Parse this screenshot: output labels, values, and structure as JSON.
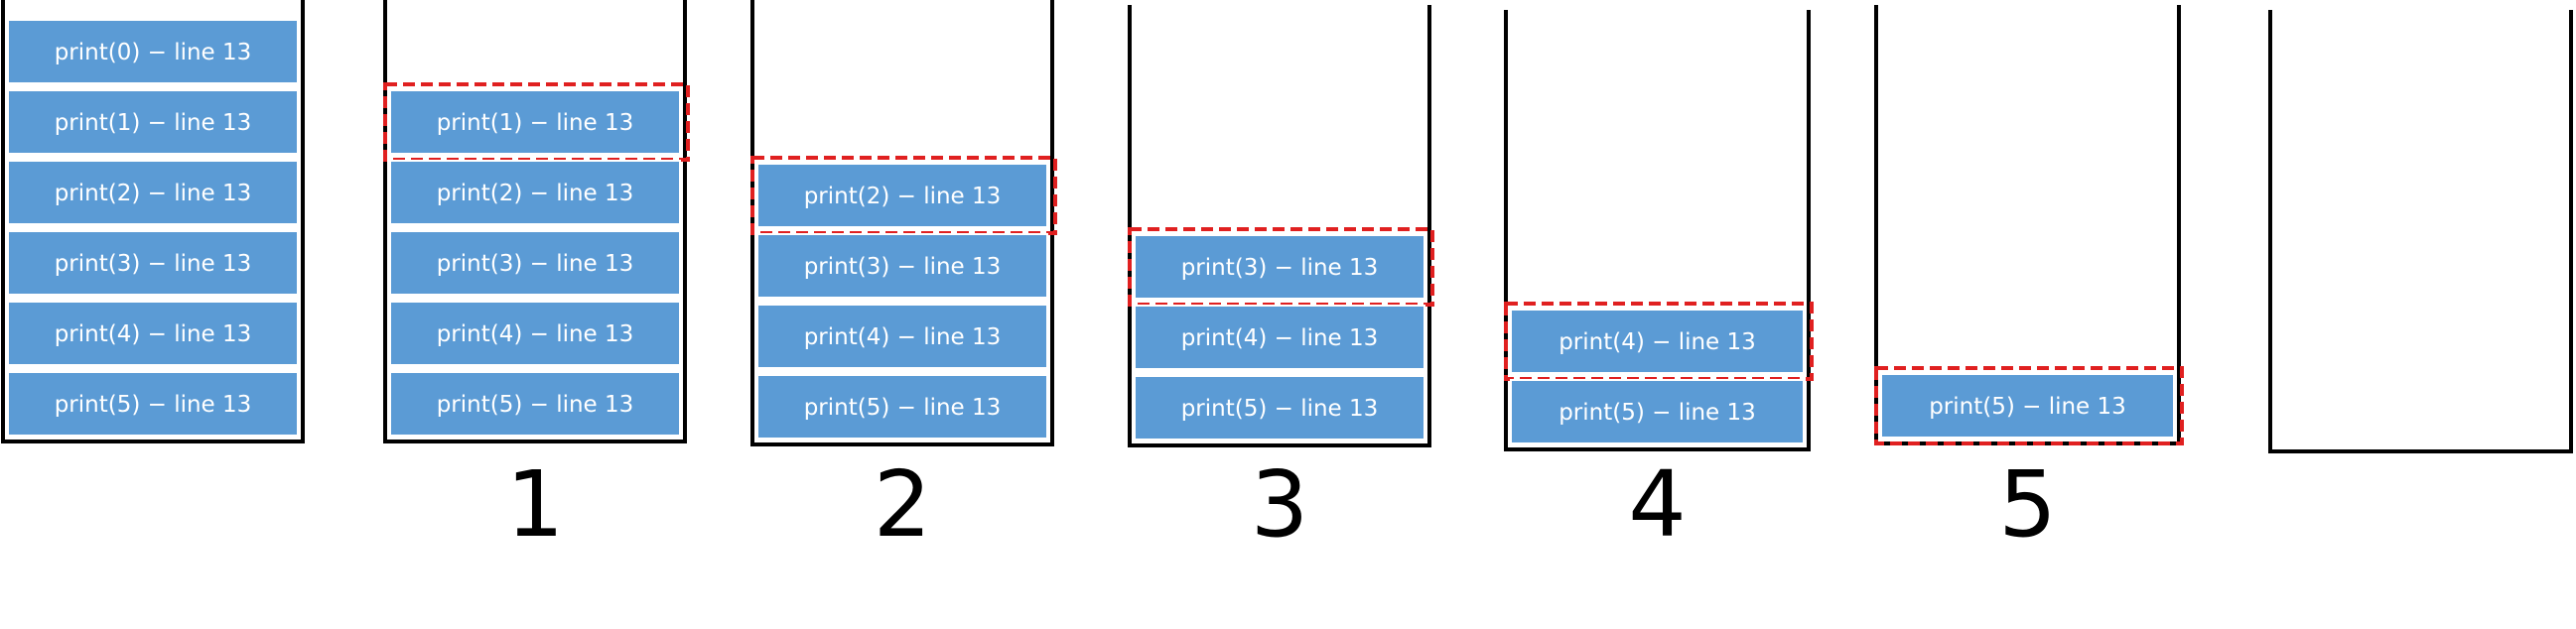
{
  "colors": {
    "frame_fill": "#5b9bd5",
    "frame_border": "#ffffff",
    "frame_text": "#ffffff",
    "stack_outline": "#000000",
    "highlight": "#e02020"
  },
  "stacks": [
    {
      "step_label": "",
      "frames": [
        "print(0) − line 13",
        "print(1) − line 13",
        "print(2) − line 13",
        "print(3) − line 13",
        "print(4) − line 13",
        "print(5) − line 13"
      ],
      "highlight_top": false
    },
    {
      "step_label": "1",
      "frames": [
        "print(1) − line 13",
        "print(2) − line 13",
        "print(3) − line 13",
        "print(4) − line 13",
        "print(5) − line 13"
      ],
      "highlight_top": true
    },
    {
      "step_label": "2",
      "frames": [
        "print(2) − line 13",
        "print(3) − line 13",
        "print(4) − line 13",
        "print(5) − line 13"
      ],
      "highlight_top": true
    },
    {
      "step_label": "3",
      "frames": [
        "print(3) − line 13",
        "print(4) − line 13",
        "print(5) − line 13"
      ],
      "highlight_top": true
    },
    {
      "step_label": "4",
      "frames": [
        "print(4) − line 13",
        "print(5) − line 13"
      ],
      "highlight_top": true
    },
    {
      "step_label": "5",
      "frames": [
        "print(5) − line 13"
      ],
      "highlight_top": true
    },
    {
      "step_label": "",
      "frames": [],
      "highlight_top": false
    }
  ]
}
